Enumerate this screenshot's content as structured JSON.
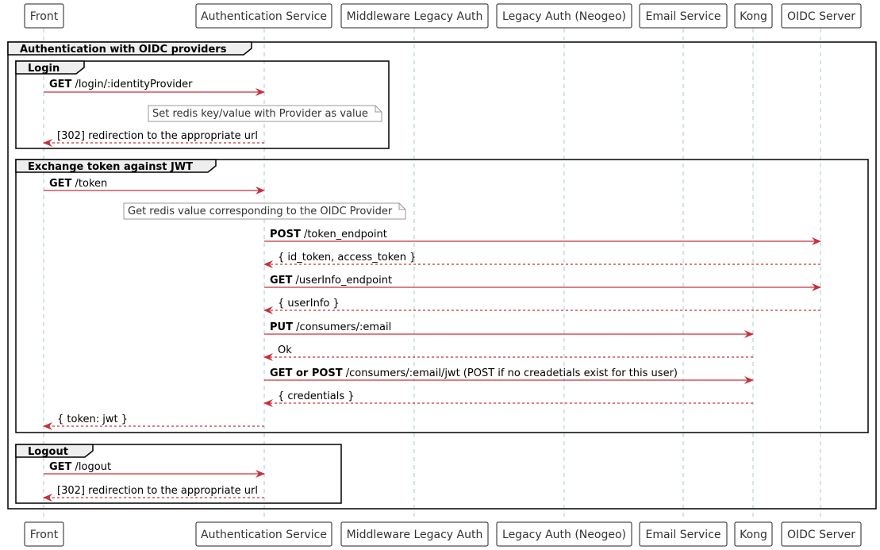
{
  "participants": [
    "Front",
    "Authentication Service",
    "Middleware Legacy Auth",
    "Legacy Auth (Neogeo)",
    "Email Service",
    "Kong",
    "OIDC Server"
  ],
  "frames": {
    "outer": "Authentication with OIDC providers",
    "login": "Login",
    "exchange": "Exchange token against JWT",
    "logout": "Logout"
  },
  "notes": {
    "login_note": "Set redis key/value with Provider as value",
    "exchange_note": "Get redis value corresponding to the OIDC Provider"
  },
  "messages": {
    "m1": {
      "verb": "GET",
      "text": " /login/:identityProvider"
    },
    "m2": {
      "verb": "",
      "text": "[302] redirection to the appropriate url"
    },
    "m3": {
      "verb": "GET",
      "text": " /token"
    },
    "m4": {
      "verb": "POST",
      "text": " /token_endpoint"
    },
    "m5": {
      "verb": "",
      "text": "{ id_token, access_token }"
    },
    "m6": {
      "verb": "GET",
      "text": " /userInfo_endpoint"
    },
    "m7": {
      "verb": "",
      "text": "{ userInfo }"
    },
    "m8": {
      "verb": "PUT",
      "text": " /consumers/:email"
    },
    "m9": {
      "verb": "",
      "text": "Ok"
    },
    "m10": {
      "verb": "GET or POST",
      "text": " /consumers/:email/jwt (POST if no creadetials exist for this user)"
    },
    "m11": {
      "verb": "",
      "text": "{ credentials }"
    },
    "m12": {
      "verb": "",
      "text": "{ token: jwt }"
    },
    "m13": {
      "verb": "GET",
      "text": " /logout"
    },
    "m14": {
      "verb": "",
      "text": "[302] redirection to the appropriate url"
    }
  },
  "colors": {
    "arrow": "#c8303c",
    "lifeline": "#a8c8d0",
    "frame_header": "#eeeeee",
    "note_fill": "#ffffff"
  }
}
